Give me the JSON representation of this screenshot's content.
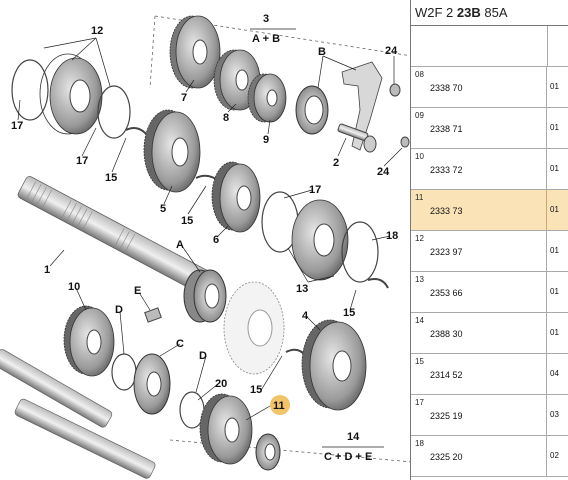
{
  "reference": {
    "prefix": "W2F 2 ",
    "bold": "23B",
    "suffix": " 85A"
  },
  "rows": [
    {
      "num": "08",
      "part": "2338 70",
      "qty": "01",
      "highlight": false
    },
    {
      "num": "09",
      "part": "2338 71",
      "qty": "01",
      "highlight": false
    },
    {
      "num": "10",
      "part": "2333 72",
      "qty": "01",
      "highlight": false
    },
    {
      "num": "11",
      "part": "2333 73",
      "qty": "01",
      "highlight": true
    },
    {
      "num": "12",
      "part": "2323 97",
      "qty": "01",
      "highlight": false
    },
    {
      "num": "13",
      "part": "2353 66",
      "qty": "01",
      "highlight": false
    },
    {
      "num": "14",
      "part": "2388 30",
      "qty": "01",
      "highlight": false
    },
    {
      "num": "15",
      "part": "2314 52",
      "qty": "04",
      "highlight": false
    },
    {
      "num": "17",
      "part": "2325 19",
      "qty": "03",
      "highlight": false
    },
    {
      "num": "18",
      "part": "2325 20",
      "qty": "02",
      "highlight": false
    }
  ],
  "callouts": {
    "c1": "1",
    "c2": "2",
    "c3": "3",
    "c3sub": "A + B",
    "c4": "4",
    "c5": "5",
    "c6": "6",
    "c7": "7",
    "c8": "8",
    "c9": "9",
    "c10": "10",
    "c11": "11",
    "c12": "12",
    "c13": "13",
    "c14": "14",
    "c14sub": "C + D + E",
    "c15a": "15",
    "c15b": "15",
    "c15c": "15",
    "c15d": "15",
    "c17a": "17",
    "c17b": "17",
    "c17c": "17",
    "c18": "18",
    "c20": "20",
    "c24a": "24",
    "c24b": "24",
    "cA": "A",
    "cB": "B",
    "cC": "C",
    "cD1": "D",
    "cD2": "D",
    "cE": "E"
  },
  "colors": {
    "highlight_row": "#fbe3b8",
    "highlight_callout": "#f2c46a"
  }
}
